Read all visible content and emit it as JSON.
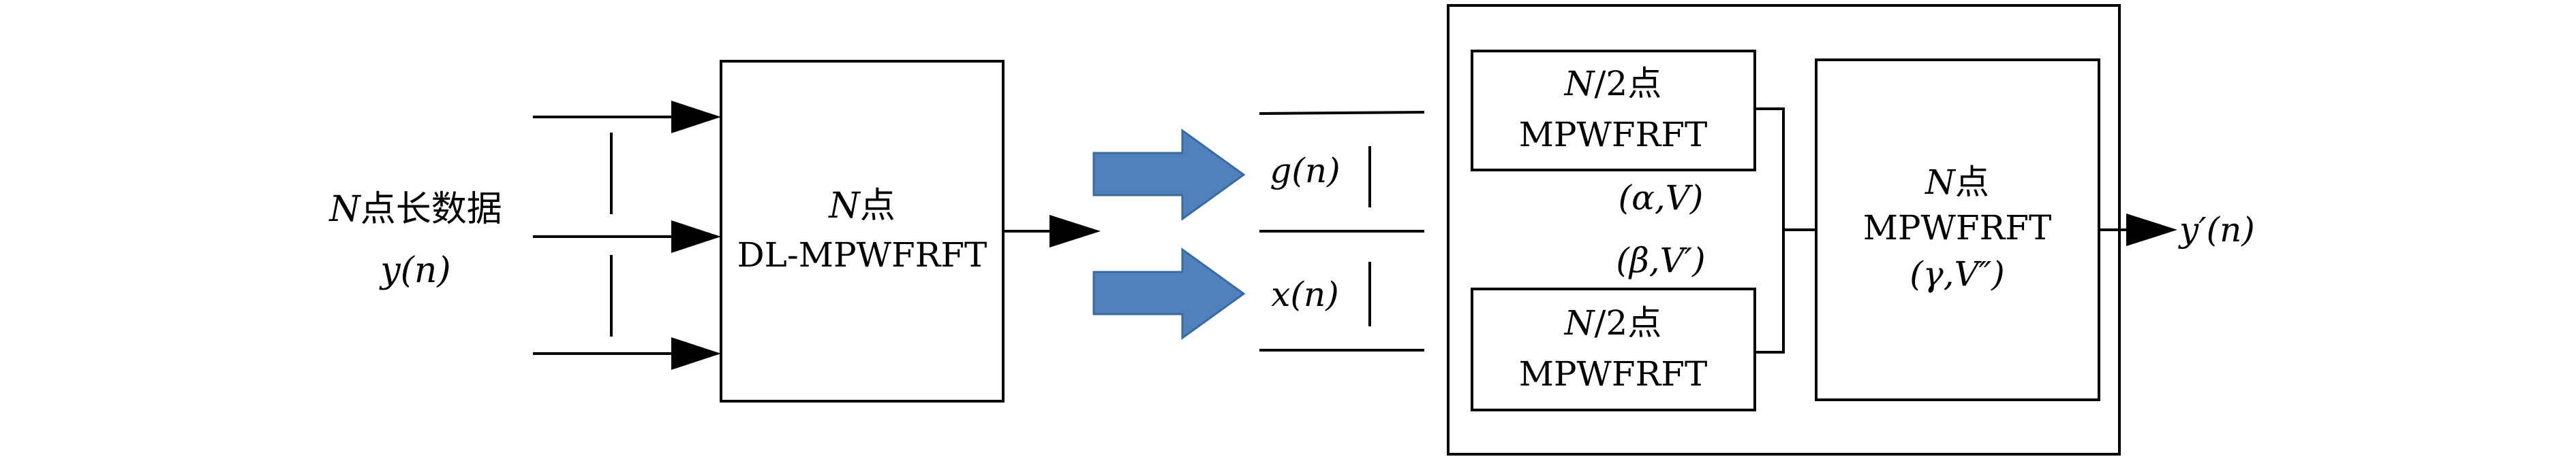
{
  "input": {
    "n_symbol": "N",
    "title_suffix": "点长数据",
    "signal": "y(n)"
  },
  "dl_block": {
    "n_symbol": "N",
    "title_suffix": "点",
    "name": "DL-MPWFRFT"
  },
  "split_signals": {
    "g": "g(n)",
    "x": "x(n)"
  },
  "upper_sub": {
    "prefix": "N",
    "suffix": "/2点",
    "name": "MPWFRFT",
    "params": "(α,V)"
  },
  "lower_sub": {
    "prefix": "N",
    "suffix": "/2点",
    "name": "MPWFRFT",
    "params": "(β,V′)"
  },
  "final_block": {
    "n_symbol": "N",
    "title_suffix": "点",
    "name": "MPWFRFT",
    "params": "(γ,V″)"
  },
  "output": {
    "signal": "y′(n)"
  },
  "colors": {
    "line": "#000000",
    "flow_arrow_fill": "#4f81bd",
    "flow_arrow_stroke": "#3a6a9e",
    "background": "#ffffff"
  }
}
